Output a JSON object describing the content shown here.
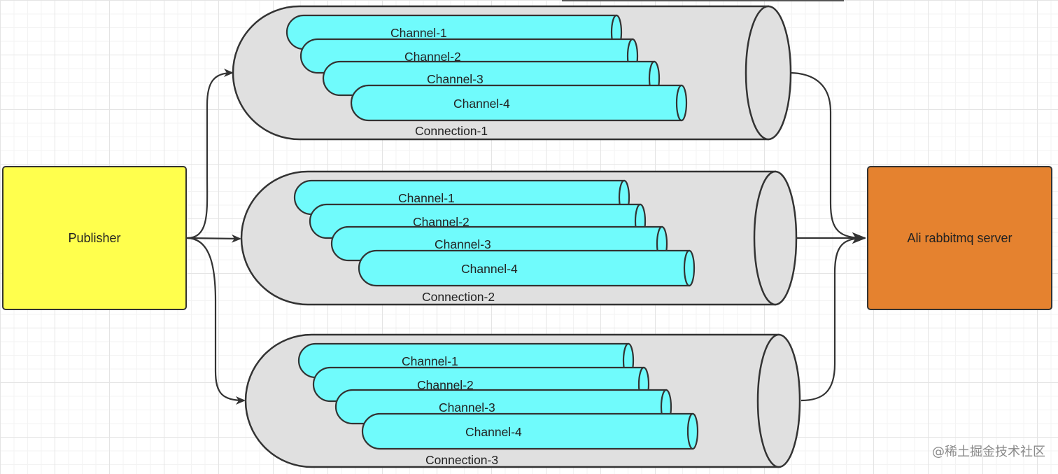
{
  "nodes": {
    "publisher": {
      "label": "Publisher",
      "color": "#ffff4d"
    },
    "server": {
      "label": "Ali rabbitmq server",
      "color": "#e5822f"
    }
  },
  "connections": [
    {
      "label": "Connection-1",
      "channels": [
        "Channel-1",
        "Channel-2",
        "Channel-3",
        "Channel-4"
      ]
    },
    {
      "label": "Connection-2",
      "channels": [
        "Channel-1",
        "Channel-2",
        "Channel-3",
        "Channel-4"
      ]
    },
    {
      "label": "Connection-3",
      "channels": [
        "Channel-1",
        "Channel-2",
        "Channel-3",
        "Channel-4"
      ]
    }
  ],
  "colors": {
    "connection_fill": "#e0e0e0",
    "channel_fill": "#70fbfc",
    "stroke": "#333333"
  },
  "watermark": "@稀土掘金技术社区"
}
